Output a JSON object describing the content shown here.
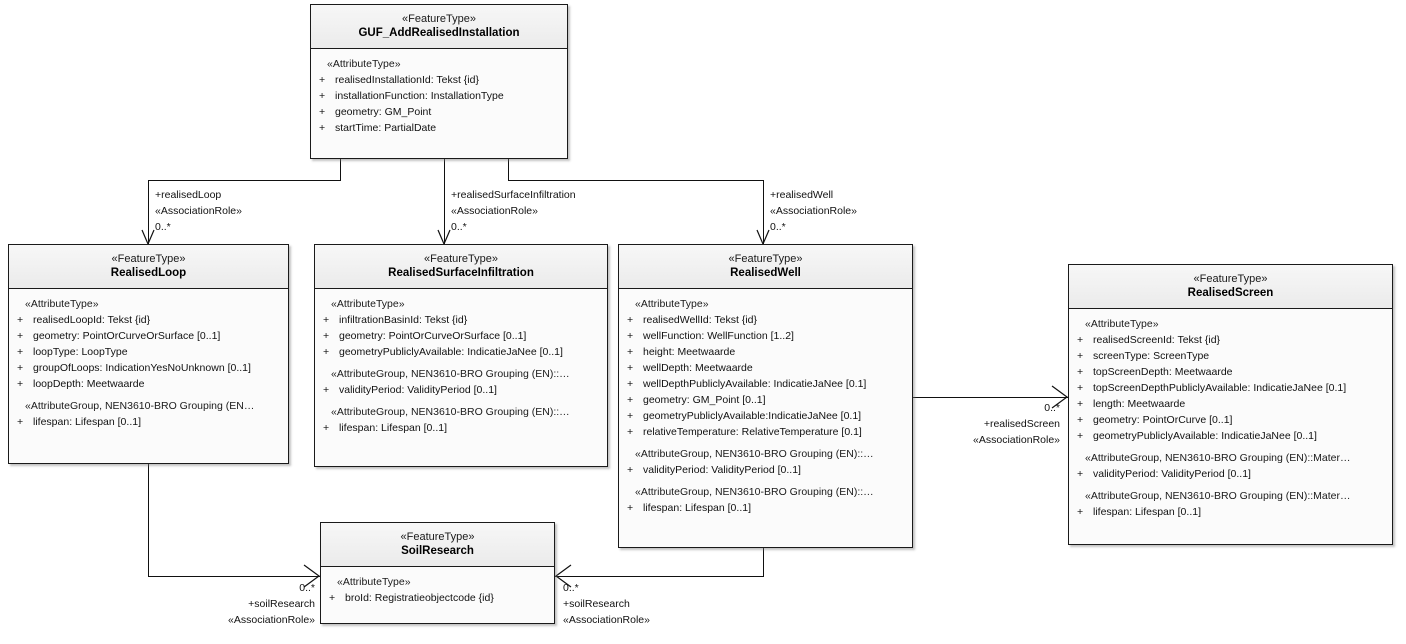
{
  "diagram": {
    "type": "uml-class-diagram",
    "stereotype_feature": "«FeatureType»",
    "stereotype_attribute": "«AttributeType»",
    "visibility_public": "+"
  },
  "classes": {
    "guf": {
      "stereotype": "«FeatureType»",
      "name": "GUF_AddRealisedInstallation",
      "compartments": [
        {
          "label": "«AttributeType»",
          "attributes": [
            "realisedInstallationId: Tekst {id}",
            "installationFunction: InstallationType",
            "geometry: GM_Point",
            "startTime: PartialDate"
          ]
        }
      ]
    },
    "realised_loop": {
      "stereotype": "«FeatureType»",
      "name": "RealisedLoop",
      "compartments": [
        {
          "label": "«AttributeType»",
          "attributes": [
            "realisedLoopId: Tekst {id}",
            "geometry: PointOrCurveOrSurface [0..1]",
            "loopType: LoopType",
            "groupOfLoops: IndicationYesNoUnknown [0..1]",
            "loopDepth: Meetwaarde"
          ]
        },
        {
          "label": "«AttributeGroup, NEN3610-BRO Grouping (EN…",
          "attributes": [
            "lifespan: Lifespan [0..1]"
          ]
        }
      ]
    },
    "realised_surface_infiltration": {
      "stereotype": "«FeatureType»",
      "name": "RealisedSurfaceInfiltration",
      "compartments": [
        {
          "label": "«AttributeType»",
          "attributes": [
            "infiltrationBasinId: Tekst {id}",
            "geometry: PointOrCurveOrSurface [0..1]",
            "geometryPubliclyAvailable: IndicatieJaNee [0..1]"
          ]
        },
        {
          "label": "«AttributeGroup, NEN3610-BRO Grouping (EN)::…",
          "attributes": [
            "validityPeriod: ValidityPeriod [0..1]"
          ]
        },
        {
          "label": "«AttributeGroup, NEN3610-BRO Grouping (EN)::…",
          "attributes": [
            "lifespan: Lifespan [0..1]"
          ]
        }
      ]
    },
    "realised_well": {
      "stereotype": "«FeatureType»",
      "name": "RealisedWell",
      "compartments": [
        {
          "label": "«AttributeType»",
          "attributes": [
            "realisedWellId: Tekst {id}",
            "wellFunction: WellFunction [1..2]",
            "height: Meetwaarde",
            "wellDepth: Meetwaarde",
            "wellDepthPubliclyAvailable: IndicatieJaNee [0.1]",
            "geometry: GM_Point [0..1]",
            "geometryPubliclyAvailable:IndicatieJaNee [0.1]",
            "relativeTemperature: RelativeTemperature [0.1]"
          ]
        },
        {
          "label": "«AttributeGroup, NEN3610-BRO Grouping (EN)::…",
          "attributes": [
            "validityPeriod: ValidityPeriod [0..1]"
          ]
        },
        {
          "label": "«AttributeGroup, NEN3610-BRO Grouping (EN)::…",
          "attributes": [
            "lifespan: Lifespan [0..1]"
          ]
        }
      ]
    },
    "realised_screen": {
      "stereotype": "«FeatureType»",
      "name": "RealisedScreen",
      "compartments": [
        {
          "label": "«AttributeType»",
          "attributes": [
            "realisedScreenId: Tekst {id}",
            "screenType: ScreenType",
            "topScreenDepth: Meetwaarde",
            "topScreenDepthPubliclyAvailable: IndicatieJaNee [0.1]",
            "length: Meetwaarde",
            "geometry: PointOrCurve [0..1]",
            "geometryPubliclyAvailable: IndicatieJaNee [0..1]"
          ]
        },
        {
          "label": "«AttributeGroup, NEN3610-BRO Grouping (EN)::Mater…",
          "attributes": [
            "validityPeriod: ValidityPeriod [0..1]"
          ]
        },
        {
          "label": "«AttributeGroup, NEN3610-BRO Grouping (EN)::Mater…",
          "attributes": [
            "lifespan: Lifespan [0..1]"
          ]
        }
      ]
    },
    "soil_research": {
      "stereotype": "«FeatureType»",
      "name": "SoilResearch",
      "compartments": [
        {
          "label": "«AttributeType»",
          "attributes": [
            "broId: Registratieobjectcode {id}"
          ]
        }
      ]
    }
  },
  "associations": {
    "realised_loop": {
      "role": "+realisedLoop",
      "stereotype": "«AssociationRole»",
      "multiplicity": "0..*"
    },
    "realised_surface_infiltration": {
      "role": "+realisedSurfaceInfiltration",
      "stereotype": "«AssociationRole»",
      "multiplicity": "0..*"
    },
    "realised_well": {
      "role": "+realisedWell",
      "stereotype": "«AssociationRole»",
      "multiplicity": "0..*"
    },
    "realised_screen": {
      "role": "+realisedScreen",
      "stereotype": "«AssociationRole»",
      "multiplicity": "0..*"
    },
    "soil_research_from_loop": {
      "role": "+soilResearch",
      "stereotype": "«AssociationRole»",
      "multiplicity": "0..*"
    },
    "soil_research_from_well": {
      "role": "+soilResearch",
      "stereotype": "«AssociationRole»",
      "multiplicity": "0..*"
    }
  }
}
